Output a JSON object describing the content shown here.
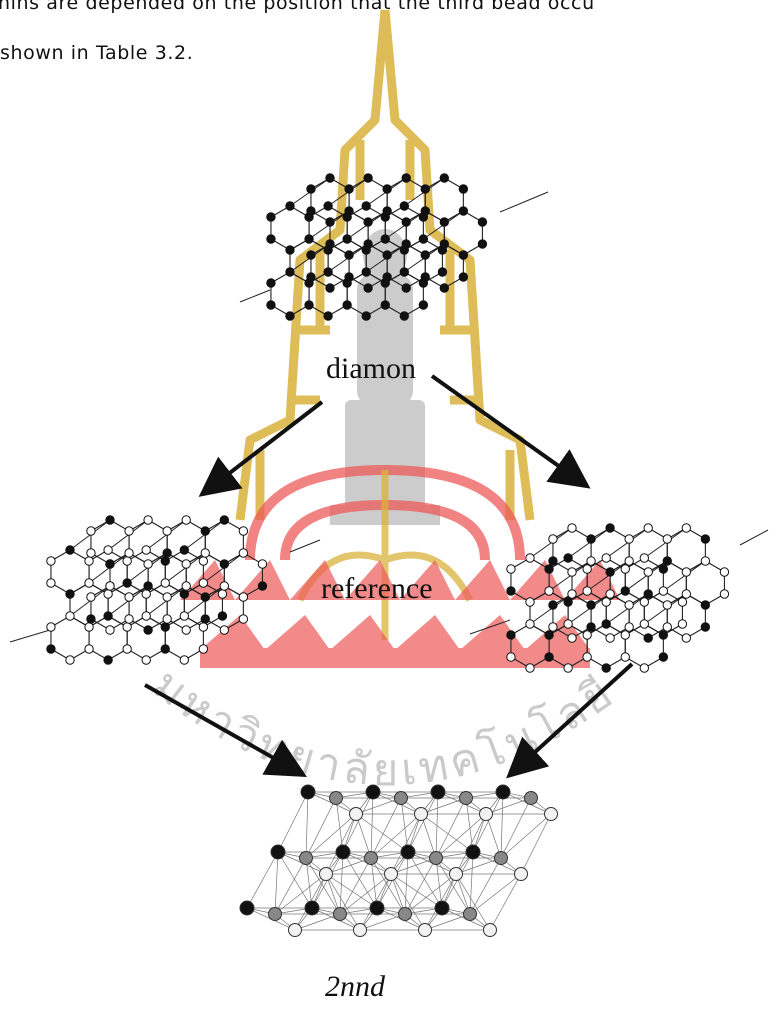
{
  "paper": {
    "text_line_1": "hins are depended on the position that the third bead occu",
    "text_line_2": "shown in Table 3.2."
  },
  "figure": {
    "label_top": "diamon",
    "label_middle": "reference",
    "label_bottom": "2nnd"
  },
  "colors": {
    "watermark_gold": "#d9b23c",
    "watermark_red": "#ee5a5a",
    "watermark_grey": "#c4c4c4",
    "ink": "#111111"
  }
}
